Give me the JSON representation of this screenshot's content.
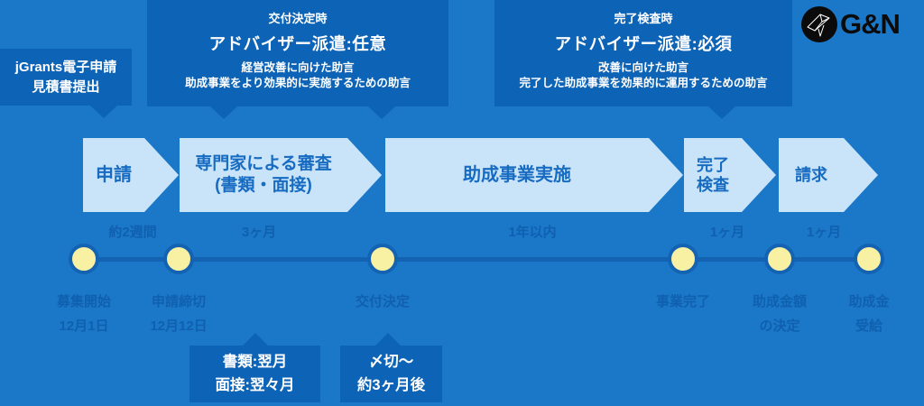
{
  "colors": {
    "background": "#1b78c9",
    "callout": "#0d63b6",
    "arrow_fill": "#c9e4f9",
    "arrow_text": "#176cc2",
    "timeline": "#1463b2",
    "label_text": "#1060af",
    "dot_fill": "#f8f1a3",
    "logo_black": "#0b0b0b"
  },
  "logo": {
    "name": "G&N",
    "icon": "origami-bird-icon"
  },
  "top_callouts": {
    "jgrants": {
      "lines": [
        "jGrants電子申請",
        "見積書提出"
      ]
    },
    "grant_decision": {
      "when": "交付決定時",
      "heading": "アドバイザー派遣:任意",
      "notes": [
        "経営改善に向けた助言",
        "助成事業をより効果的に実施するための助言"
      ]
    },
    "completion_inspection": {
      "when": "完了検査時",
      "heading": "アドバイザー派遣:必須",
      "notes": [
        "改善に向けた助言",
        "完了した助成事業を効果的に運用するための助言"
      ]
    }
  },
  "process": {
    "steps": [
      {
        "label": "申請"
      },
      {
        "label": "専門家による審査",
        "label2": "(書類・面接)"
      },
      {
        "label": "助成事業実施"
      },
      {
        "label": "完了",
        "label2": "検査"
      },
      {
        "label": "請求"
      }
    ]
  },
  "timeline": {
    "durations": [
      "約2週間",
      "3ヶ月",
      "1年以内",
      "1ヶ月",
      "1ヶ月"
    ],
    "milestones": [
      {
        "line1": "募集開始",
        "line2": "12月1日"
      },
      {
        "line1": "申請締切",
        "line2": "12月12日"
      },
      {
        "line1": "交付決定",
        "line2": ""
      },
      {
        "line1": "事業完了",
        "line2": ""
      },
      {
        "line1": "助成金額",
        "line2": "の決定"
      },
      {
        "line1": "助成金",
        "line2": "受給"
      }
    ]
  },
  "bottom_callouts": {
    "review_timing": {
      "lines": [
        "書類:翌月",
        "面接:翌々月"
      ]
    },
    "decision_timing": {
      "lines": [
        "〆切〜",
        "約3ヶ月後"
      ]
    }
  }
}
